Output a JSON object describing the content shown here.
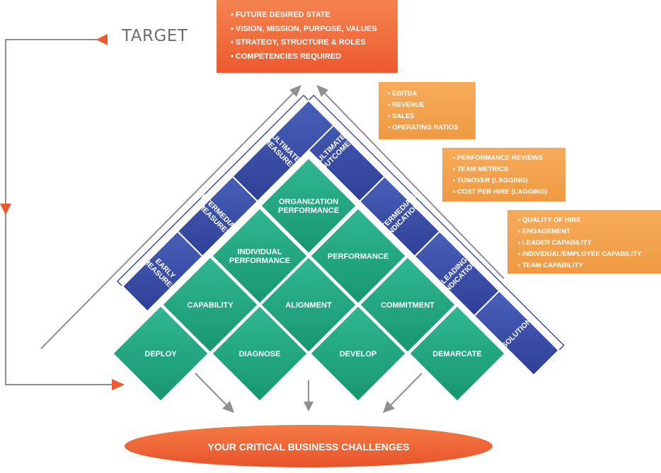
{
  "target": {
    "label": "TARGET"
  },
  "top_box": {
    "items": [
      "FUTURE DESIRED STATE",
      "VISION, MISSION, PURPOSE, VALUES",
      "STRATEGY, STRUCTURE & ROLES",
      "COMPETENCIES REQUIRED"
    ]
  },
  "measure_boxes": [
    {
      "items": [
        "EBITDA",
        "REVENUE",
        "SALES",
        "OPERATING RATIOS"
      ]
    },
    {
      "items": [
        "PERFORMANCE REVIEWS",
        "TEAM METRICS",
        "TUNOVER (LAGGING)",
        "COST PER HIRE (LAGGING)"
      ]
    },
    {
      "items": [
        "QUALITY OF HIRE",
        "ENGAGEMENT",
        "LEADER CAPABILITY",
        "INDIVIDUAL/EMPLOYEE CAPABILITY",
        "TEAM CAPABILITY"
      ]
    }
  ],
  "left_band": [
    {
      "lines": [
        "SOLUTION"
      ]
    },
    {
      "lines": [
        "LEADING",
        "INDICATION"
      ]
    },
    {
      "lines": [
        "INTERMEDIATE",
        "INDICATION"
      ]
    },
    {
      "lines": [
        "ULTIMATE",
        "OUTCOMES"
      ]
    }
  ],
  "right_band": [
    {
      "lines": [
        "ULTIMATE",
        "MEASURES"
      ]
    },
    {
      "lines": [
        "INTERMEDIATE",
        "MEASURES"
      ]
    },
    {
      "lines": [
        "EARLY",
        "MEASURES"
      ]
    }
  ],
  "diamonds": {
    "row1": [
      {
        "lines": [
          "ORGANIZATION",
          "PERFORMANCE"
        ]
      }
    ],
    "row2": [
      {
        "lines": [
          "INDIVIDUAL",
          "PERFORMANCE"
        ]
      },
      {
        "lines": [
          "PERFORMANCE"
        ]
      }
    ],
    "row3": [
      {
        "lines": [
          "CAPABILITY"
        ]
      },
      {
        "lines": [
          "ALIGNMENT"
        ]
      },
      {
        "lines": [
          "COMMITMENT"
        ]
      }
    ],
    "row4": [
      {
        "lines": [
          "DEPLOY"
        ]
      },
      {
        "lines": [
          "DIAGNOSE"
        ]
      },
      {
        "lines": [
          "DEVELOP"
        ]
      },
      {
        "lines": [
          "DEMARCATE"
        ]
      }
    ]
  },
  "banner": {
    "label": "YOUR CRITICAL BUSINESS CHALLENGES"
  },
  "colors": {
    "accent_orange": "#ec5a2e",
    "box_orange": "#f0a04a",
    "band_blue": "#3b4fa8",
    "diamond_green": "#2db38c",
    "arrow_gray": "#8f8f8f"
  }
}
